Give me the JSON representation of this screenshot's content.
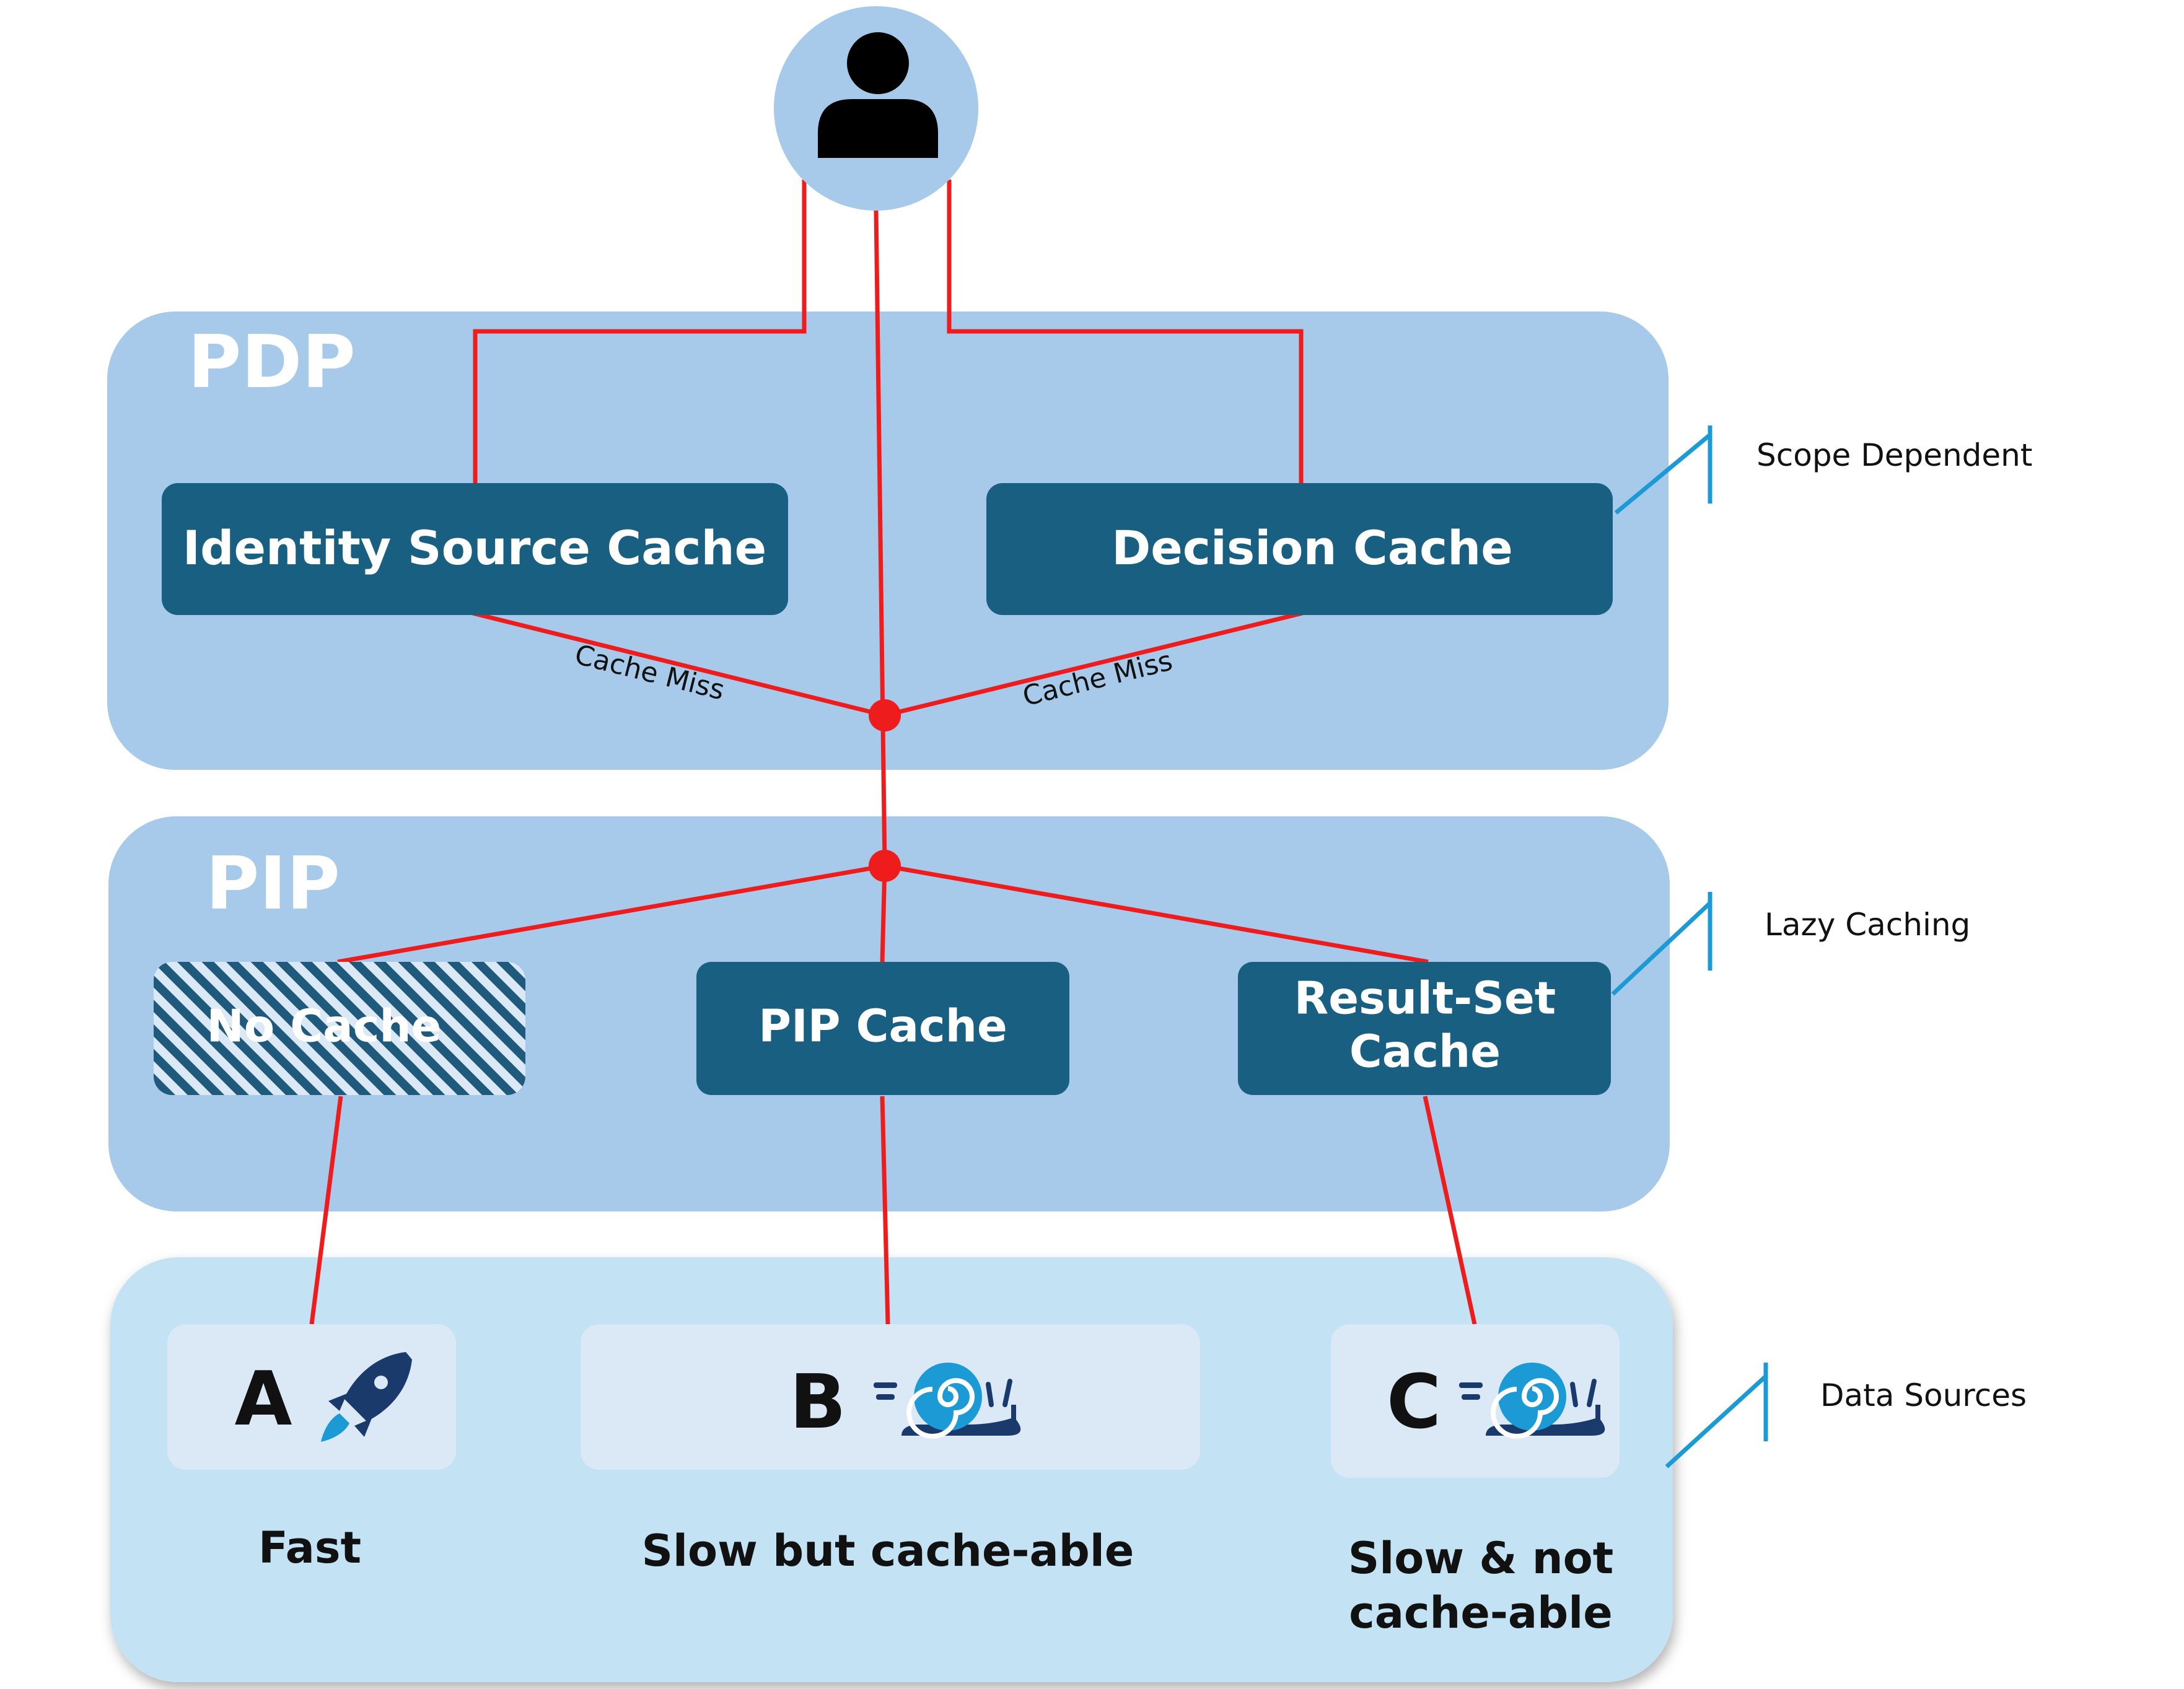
{
  "panels": {
    "pdp": {
      "title": "PDP"
    },
    "pip": {
      "title": "PIP"
    },
    "data_sources": {
      "title": ""
    }
  },
  "pdp_caches": {
    "identity": "Identity Source Cache",
    "decision": "Decision Cache"
  },
  "edge_labels": {
    "miss_left": "Cache Miss",
    "miss_right": "Cache Miss"
  },
  "pip_caches": {
    "none": "No Cache",
    "pip": "PIP Cache",
    "result_set_line1": "Result-Set",
    "result_set_line2": "Cache"
  },
  "sources": [
    {
      "letter": "A",
      "icon": "rocket-icon",
      "caption_line1": "Fast",
      "caption_line2": ""
    },
    {
      "letter": "B",
      "icon": "snail-icon",
      "caption_line1": "Slow but cache-able",
      "caption_line2": ""
    },
    {
      "letter": "C",
      "icon": "snail-icon",
      "caption_line1": "Slow & not",
      "caption_line2": "cache-able"
    }
  ],
  "side_labels": {
    "scope": "Scope Dependent",
    "lazy": "Lazy Caching",
    "data": "Data Sources"
  },
  "colors": {
    "panel_blue": "#a7c9ea",
    "panel_light": "#c3e2f4",
    "box_dark": "#185f81",
    "tile": "#dbe9f6",
    "connector_red": "#ee1c1c",
    "bracket_blue": "#1b9ad6",
    "icon_navy": "#1a3a6b",
    "icon_cyan": "#1b9ad6"
  }
}
